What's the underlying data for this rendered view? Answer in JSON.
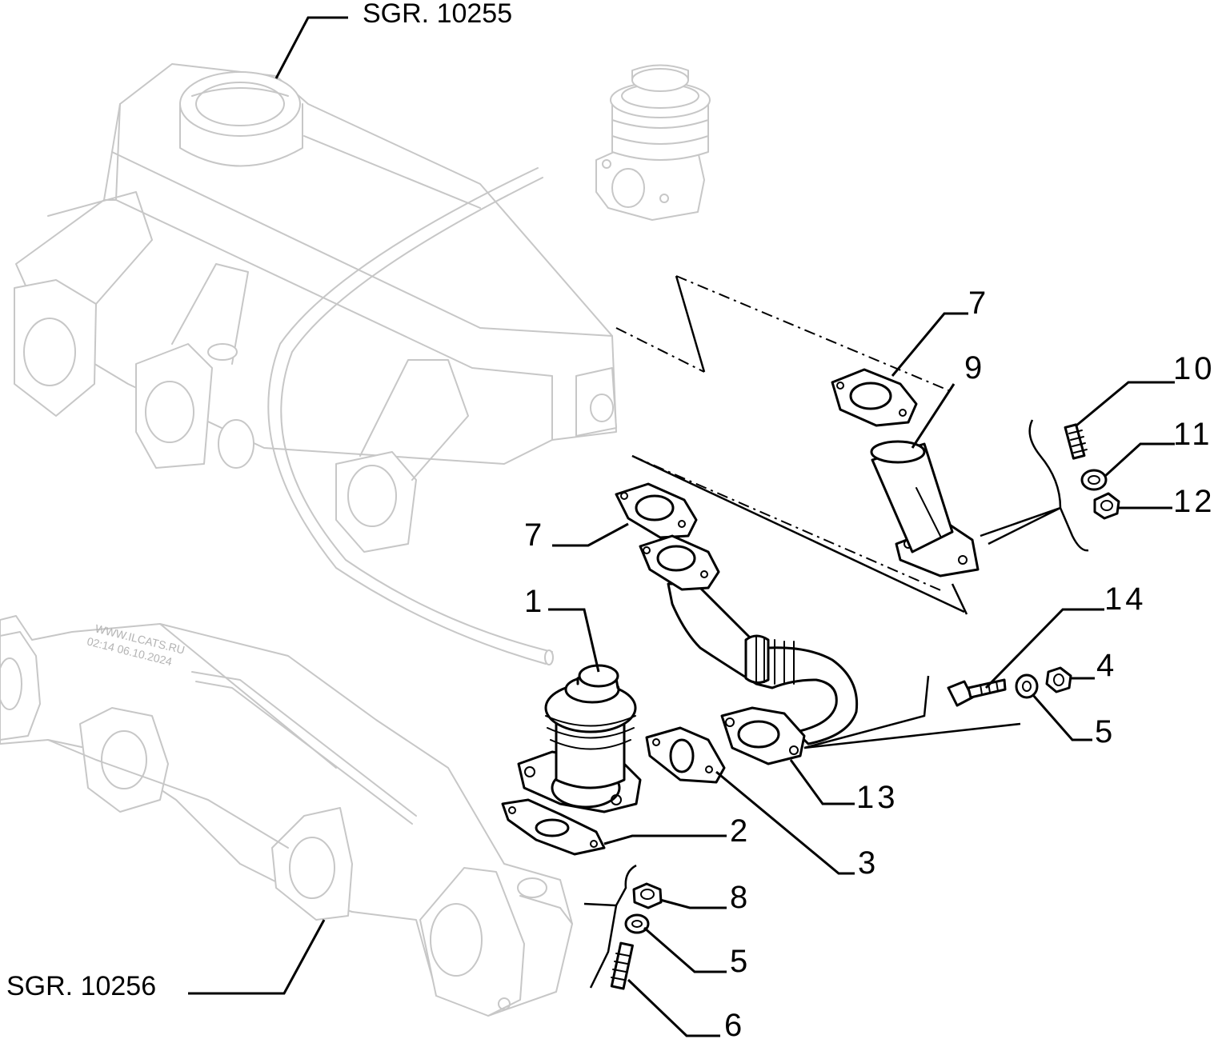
{
  "references": {
    "top": "SGR. 10255",
    "bottom": "SGR. 10256"
  },
  "callouts": {
    "c1": "1",
    "c2": "2",
    "c3": "3",
    "c4": "4",
    "c5a": "5",
    "c5b": "5",
    "c6": "6",
    "c7a": "7",
    "c7b": "7",
    "c8": "8",
    "c9": "9",
    "c10": "10",
    "c11": "11",
    "c12": "12",
    "c13": "13",
    "c14": "14"
  },
  "watermark": {
    "site": "WWW.ILCATS.RU",
    "timestamp": "02:14 06.10.2024"
  }
}
